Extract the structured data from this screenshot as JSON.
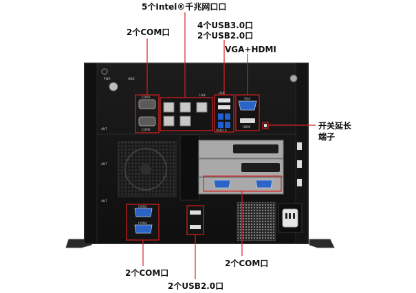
{
  "callouts": {
    "lan": "5个Intel®千兆网口口",
    "com_top": "2个COM口",
    "usb_top_line1": "4个USB3.0口",
    "usb_top_line2": "2个USB2.0口",
    "vga_hdmi": "VGA+HDMI",
    "power_switch_line1": "开关延长",
    "power_switch_line2": "端子",
    "com_bottom_left": "2个COM口",
    "usb_bottom": "2个USB2.0口",
    "com_bottom_right": "2个COM口"
  },
  "panel_text": {
    "pwr": "PWR",
    "hdd": "HDD",
    "com1": "COM1",
    "com2": "COM2",
    "lan": "LAN",
    "usb": "USB",
    "usb3": "USB3.0",
    "vga": "VGA",
    "hdmi": "HDMI",
    "ant": "ANT",
    "com3": "COM3",
    "com4": "COM4"
  },
  "colors": {
    "callout_line": "#d62020",
    "chassis": "#161616",
    "chassis_edge": "#2e2e2e",
    "usb3_blue": "#1f5fd1",
    "vga_blue": "#2b63c6"
  }
}
